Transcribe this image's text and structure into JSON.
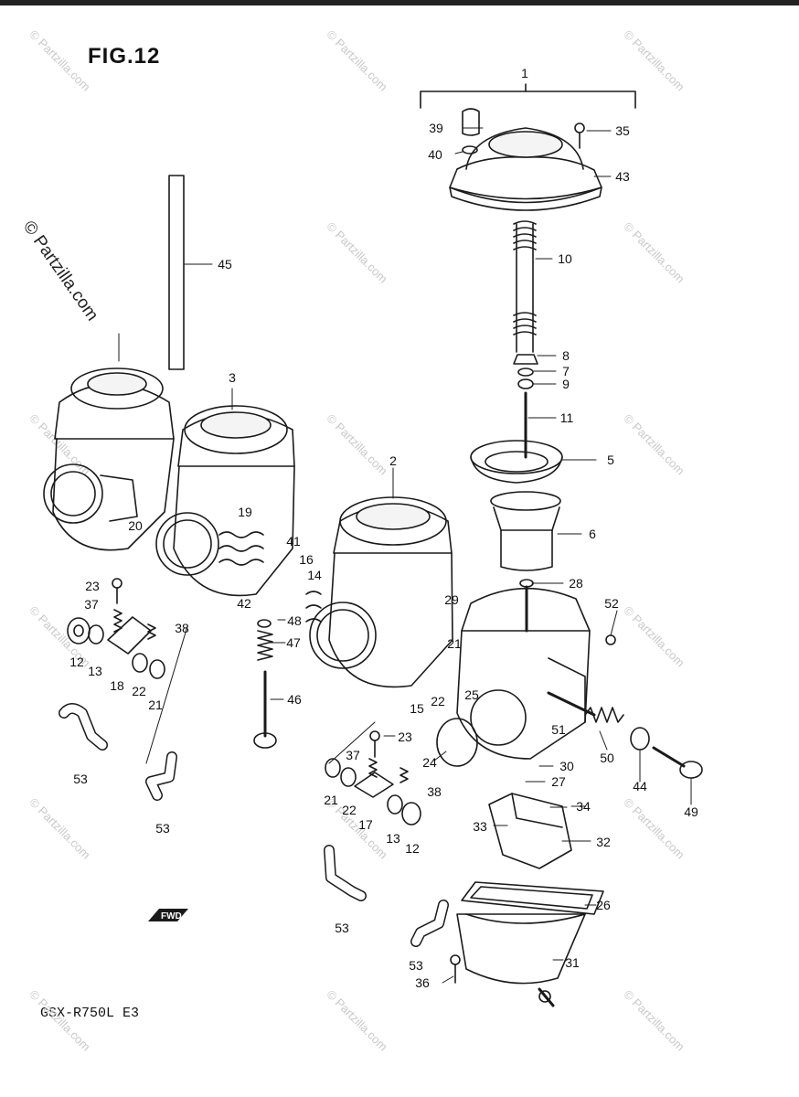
{
  "figure": {
    "title": "FIG.12",
    "model": "GSX-R750L  E3",
    "watermark": "© Partzilla.com",
    "fwd_label": "FWD"
  },
  "callouts": [
    {
      "id": "c1",
      "label": "1"
    },
    {
      "id": "c2",
      "label": "2"
    },
    {
      "id": "c3",
      "label": "3"
    },
    {
      "id": "c5",
      "label": "5"
    },
    {
      "id": "c6",
      "label": "6"
    },
    {
      "id": "c7",
      "label": "7"
    },
    {
      "id": "c8",
      "label": "8"
    },
    {
      "id": "c9",
      "label": "9"
    },
    {
      "id": "c10",
      "label": "10"
    },
    {
      "id": "c11",
      "label": "11"
    },
    {
      "id": "c12a",
      "label": "12"
    },
    {
      "id": "c12b",
      "label": "12"
    },
    {
      "id": "c13a",
      "label": "13"
    },
    {
      "id": "c13b",
      "label": "13"
    },
    {
      "id": "c14",
      "label": "14"
    },
    {
      "id": "c15",
      "label": "15"
    },
    {
      "id": "c16",
      "label": "16"
    },
    {
      "id": "c17",
      "label": "17"
    },
    {
      "id": "c18",
      "label": "18"
    },
    {
      "id": "c19",
      "label": "19"
    },
    {
      "id": "c20",
      "label": "20"
    },
    {
      "id": "c21a",
      "label": "21"
    },
    {
      "id": "c21b",
      "label": "21"
    },
    {
      "id": "c21c",
      "label": "21"
    },
    {
      "id": "c22a",
      "label": "22"
    },
    {
      "id": "c22b",
      "label": "22"
    },
    {
      "id": "c22c",
      "label": "22"
    },
    {
      "id": "c23a",
      "label": "23"
    },
    {
      "id": "c23b",
      "label": "23"
    },
    {
      "id": "c24",
      "label": "24"
    },
    {
      "id": "c25",
      "label": "25"
    },
    {
      "id": "c26",
      "label": "26"
    },
    {
      "id": "c27",
      "label": "27"
    },
    {
      "id": "c28",
      "label": "28"
    },
    {
      "id": "c29",
      "label": "29"
    },
    {
      "id": "c30",
      "label": "30"
    },
    {
      "id": "c31",
      "label": "31"
    },
    {
      "id": "c32",
      "label": "32"
    },
    {
      "id": "c33",
      "label": "33"
    },
    {
      "id": "c34",
      "label": "34"
    },
    {
      "id": "c35",
      "label": "35"
    },
    {
      "id": "c36",
      "label": "36"
    },
    {
      "id": "c37a",
      "label": "37"
    },
    {
      "id": "c37b",
      "label": "37"
    },
    {
      "id": "c38a",
      "label": "38"
    },
    {
      "id": "c38b",
      "label": "38"
    },
    {
      "id": "c39",
      "label": "39"
    },
    {
      "id": "c40",
      "label": "40"
    },
    {
      "id": "c41",
      "label": "41"
    },
    {
      "id": "c42",
      "label": "42"
    },
    {
      "id": "c43",
      "label": "43"
    },
    {
      "id": "c44",
      "label": "44"
    },
    {
      "id": "c45",
      "label": "45"
    },
    {
      "id": "c46",
      "label": "46"
    },
    {
      "id": "c47",
      "label": "47"
    },
    {
      "id": "c48",
      "label": "48"
    },
    {
      "id": "c49",
      "label": "49"
    },
    {
      "id": "c50",
      "label": "50"
    },
    {
      "id": "c51",
      "label": "51"
    },
    {
      "id": "c52",
      "label": "52"
    },
    {
      "id": "c53a",
      "label": "53"
    },
    {
      "id": "c53b",
      "label": "53"
    },
    {
      "id": "c53c",
      "label": "53"
    },
    {
      "id": "c53d",
      "label": "53"
    }
  ]
}
